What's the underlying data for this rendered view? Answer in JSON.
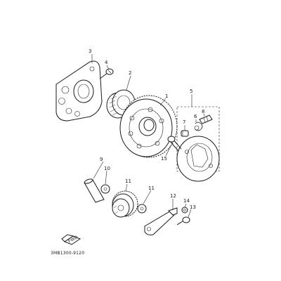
{
  "diagram": {
    "callouts": [
      "1",
      "2",
      "3",
      "4",
      "5",
      "6",
      "7",
      "8",
      "9",
      "10",
      "11",
      "11",
      "12",
      "13",
      "14",
      "15"
    ],
    "part_code": "3MB1300-9120",
    "nav_marker": "FWD"
  }
}
